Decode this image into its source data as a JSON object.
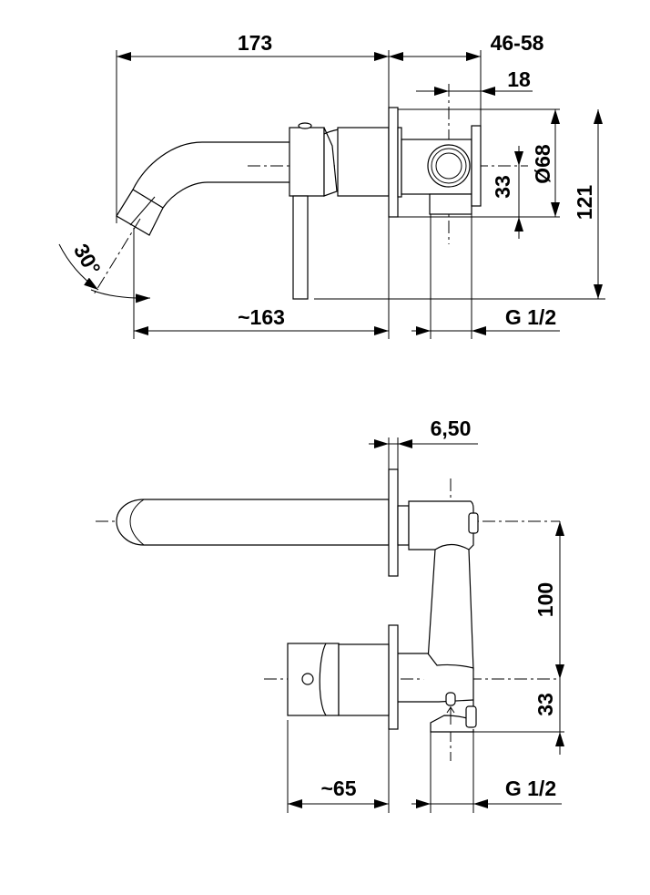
{
  "top_view": {
    "dims": {
      "overall_length": "173",
      "wall_depth": "46-58",
      "axis_offset": "18",
      "plate_diameter": "Ø68",
      "center_to_bottom": "33",
      "total_height": "121",
      "spout_angle": "30°",
      "spout_reach": "~163",
      "connection": "G 1/2"
    }
  },
  "bottom_view": {
    "dims": {
      "plate_thickness": "6,50",
      "axis_distance": "100",
      "center_to_bottom": "33",
      "handle_reach": "~65",
      "connection": "G 1/2"
    }
  }
}
